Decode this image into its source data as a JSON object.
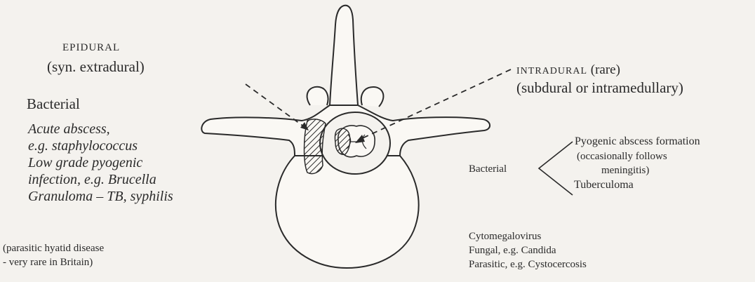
{
  "top_fragment": "",
  "epidural": {
    "title": "EPIDURAL",
    "synonym": "(syn. extradural)"
  },
  "bacterial_left": {
    "heading": "Bacterial",
    "items": [
      "Acute abscess,",
      "e.g. staphylococcus",
      "Low grade pyogenic",
      "infection, e.g. Brucella",
      "Granuloma – TB, syphilis"
    ],
    "note": [
      "(parasitic hyatid disease",
      "- very rare in Britain)"
    ]
  },
  "intradural": {
    "title": "INTRADURAL",
    "qualifier": " (rare)",
    "subtitle": "(subdural or intramedullary)"
  },
  "bacterial_right": {
    "heading": "Bacterial",
    "branch_top": "Pyogenic abscess formation",
    "branch_top_note_1": "(occasionally follows",
    "branch_top_note_2": "meningitis)",
    "branch_bottom": "Tuberculoma"
  },
  "other_causes": [
    "Cytomegalovirus",
    "Fungal, e.g. Candida",
    "Parasitic, e.g. Cystocercosis"
  ],
  "colors": {
    "ink": "#2a2a2a",
    "paper": "#f4f2ee"
  }
}
